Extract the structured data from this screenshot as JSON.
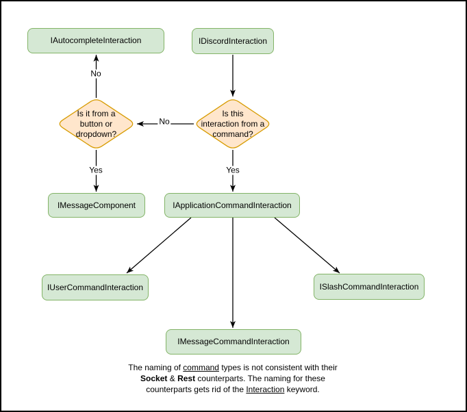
{
  "diagram": {
    "nodes": {
      "autocomplete": "IAutocompleteInteraction",
      "discord": "IDiscordInteraction",
      "button_question": "Is it from a\nbutton or\ndropdown?",
      "command_question": "Is this\ninteraction from a\ncommand?",
      "message_component": "IMessageComponent",
      "application_command": "IApplicationCommandInteraction",
      "user_command": "IUserCommandInteraction",
      "slash_command": "ISlashCommandInteraction",
      "message_command": "IMessageCommandInteraction"
    },
    "edge_labels": {
      "no_to_autocomplete": "No",
      "no_to_button_question": "No",
      "yes_to_message_component": "Yes",
      "yes_to_application_command": "Yes"
    },
    "note": {
      "line1": {
        "s1": "The naming of ",
        "s2": "command",
        "s3": " types is not consistent with their"
      },
      "line2": {
        "s1": "Socket",
        "s2": " & ",
        "s3": "Rest",
        "s4": " counterparts. The naming for these"
      },
      "line3": {
        "s1": "counterparts gets rid of the ",
        "s2": "Interaction",
        "s3": " keyword."
      }
    },
    "colors": {
      "box_fill": "#d5e8d4",
      "box_border": "#82b366",
      "diamond_fill": "#ffe6cc",
      "diamond_border": "#d79b00",
      "arrow": "#000000",
      "canvas_border": "#000000"
    }
  }
}
